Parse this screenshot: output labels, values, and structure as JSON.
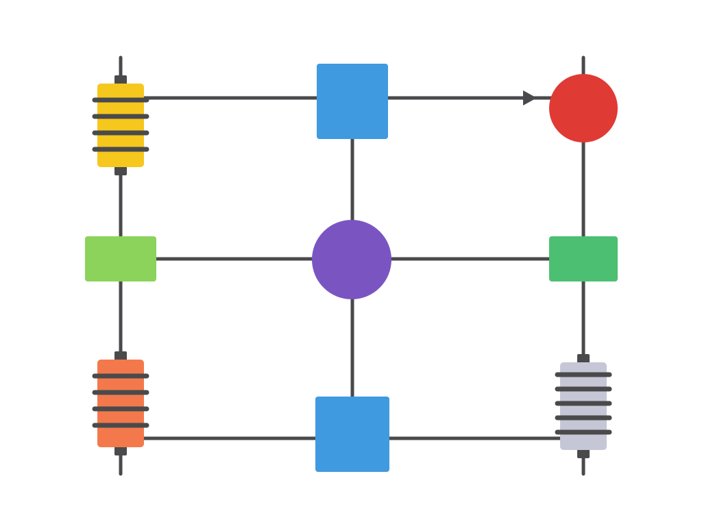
{
  "diagram": {
    "background": "#ffffff",
    "wire_color": "#4a4a4c",
    "nodes": [
      {
        "id": "coil-yellow",
        "shape": "coil",
        "color": "#f6c71c"
      },
      {
        "id": "block-blue-top",
        "shape": "square",
        "color": "#3f9ae0"
      },
      {
        "id": "node-red",
        "shape": "circle",
        "color": "#e03a34"
      },
      {
        "id": "block-green-left",
        "shape": "rect",
        "color": "#8bd35a"
      },
      {
        "id": "hub-purple",
        "shape": "circle",
        "color": "#7a55c2"
      },
      {
        "id": "block-green-right",
        "shape": "rect",
        "color": "#4cbf72"
      },
      {
        "id": "coil-orange",
        "shape": "coil",
        "color": "#f3794c"
      },
      {
        "id": "block-blue-bottom",
        "shape": "square",
        "color": "#3f9ae0"
      },
      {
        "id": "coil-gray",
        "shape": "coil",
        "color": "#c6c7d6"
      }
    ],
    "connections": [
      {
        "from": "coil-yellow",
        "to": "block-blue-top"
      },
      {
        "from": "block-blue-top",
        "to": "node-red",
        "arrow": true
      },
      {
        "from": "coil-yellow",
        "to": "block-green-left"
      },
      {
        "from": "block-green-left",
        "to": "coil-orange"
      },
      {
        "from": "node-red",
        "to": "block-green-right"
      },
      {
        "from": "block-green-right",
        "to": "coil-gray"
      },
      {
        "from": "block-green-left",
        "to": "hub-purple"
      },
      {
        "from": "hub-purple",
        "to": "block-green-right"
      },
      {
        "from": "block-blue-top",
        "to": "hub-purple"
      },
      {
        "from": "hub-purple",
        "to": "block-blue-bottom"
      },
      {
        "from": "coil-orange",
        "to": "block-blue-bottom"
      },
      {
        "from": "block-blue-bottom",
        "to": "coil-gray"
      }
    ]
  }
}
